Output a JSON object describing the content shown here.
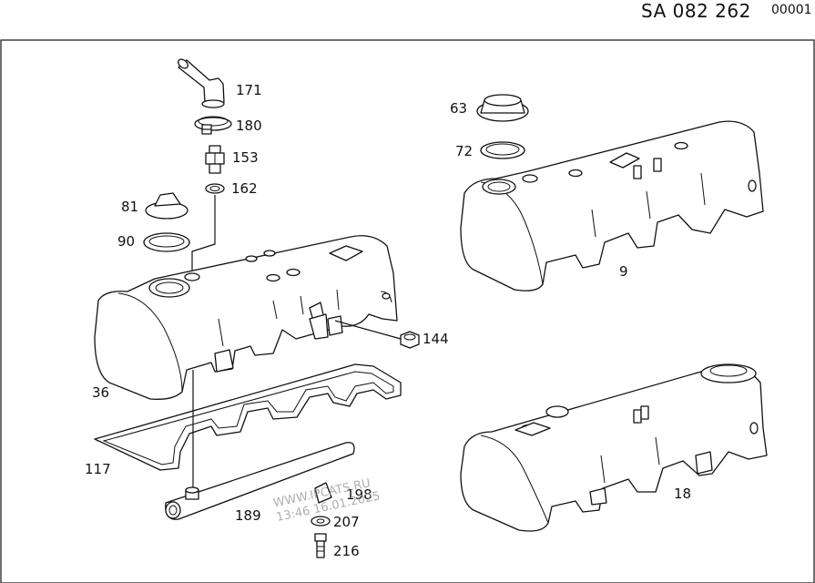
{
  "header": {
    "code": "SA 082 262",
    "page": "00001"
  },
  "callouts": [
    {
      "id": "171",
      "text": "171"
    },
    {
      "id": "180",
      "text": "180"
    },
    {
      "id": "153",
      "text": "153"
    },
    {
      "id": "162",
      "text": "162"
    },
    {
      "id": "81",
      "text": "81"
    },
    {
      "id": "90",
      "text": "90"
    },
    {
      "id": "63",
      "text": "63"
    },
    {
      "id": "72",
      "text": "72"
    },
    {
      "id": "9",
      "text": "9"
    },
    {
      "id": "144",
      "text": "144"
    },
    {
      "id": "36",
      "text": "36"
    },
    {
      "id": "117",
      "text": "117"
    },
    {
      "id": "18",
      "text": "18"
    },
    {
      "id": "198",
      "text": "198"
    },
    {
      "id": "189",
      "text": "189"
    },
    {
      "id": "207",
      "text": "207"
    },
    {
      "id": "216",
      "text": "216"
    }
  ],
  "watermark": {
    "line1": "WWW.IPCATS.RU",
    "line2": "13:46 16.01.2025"
  }
}
